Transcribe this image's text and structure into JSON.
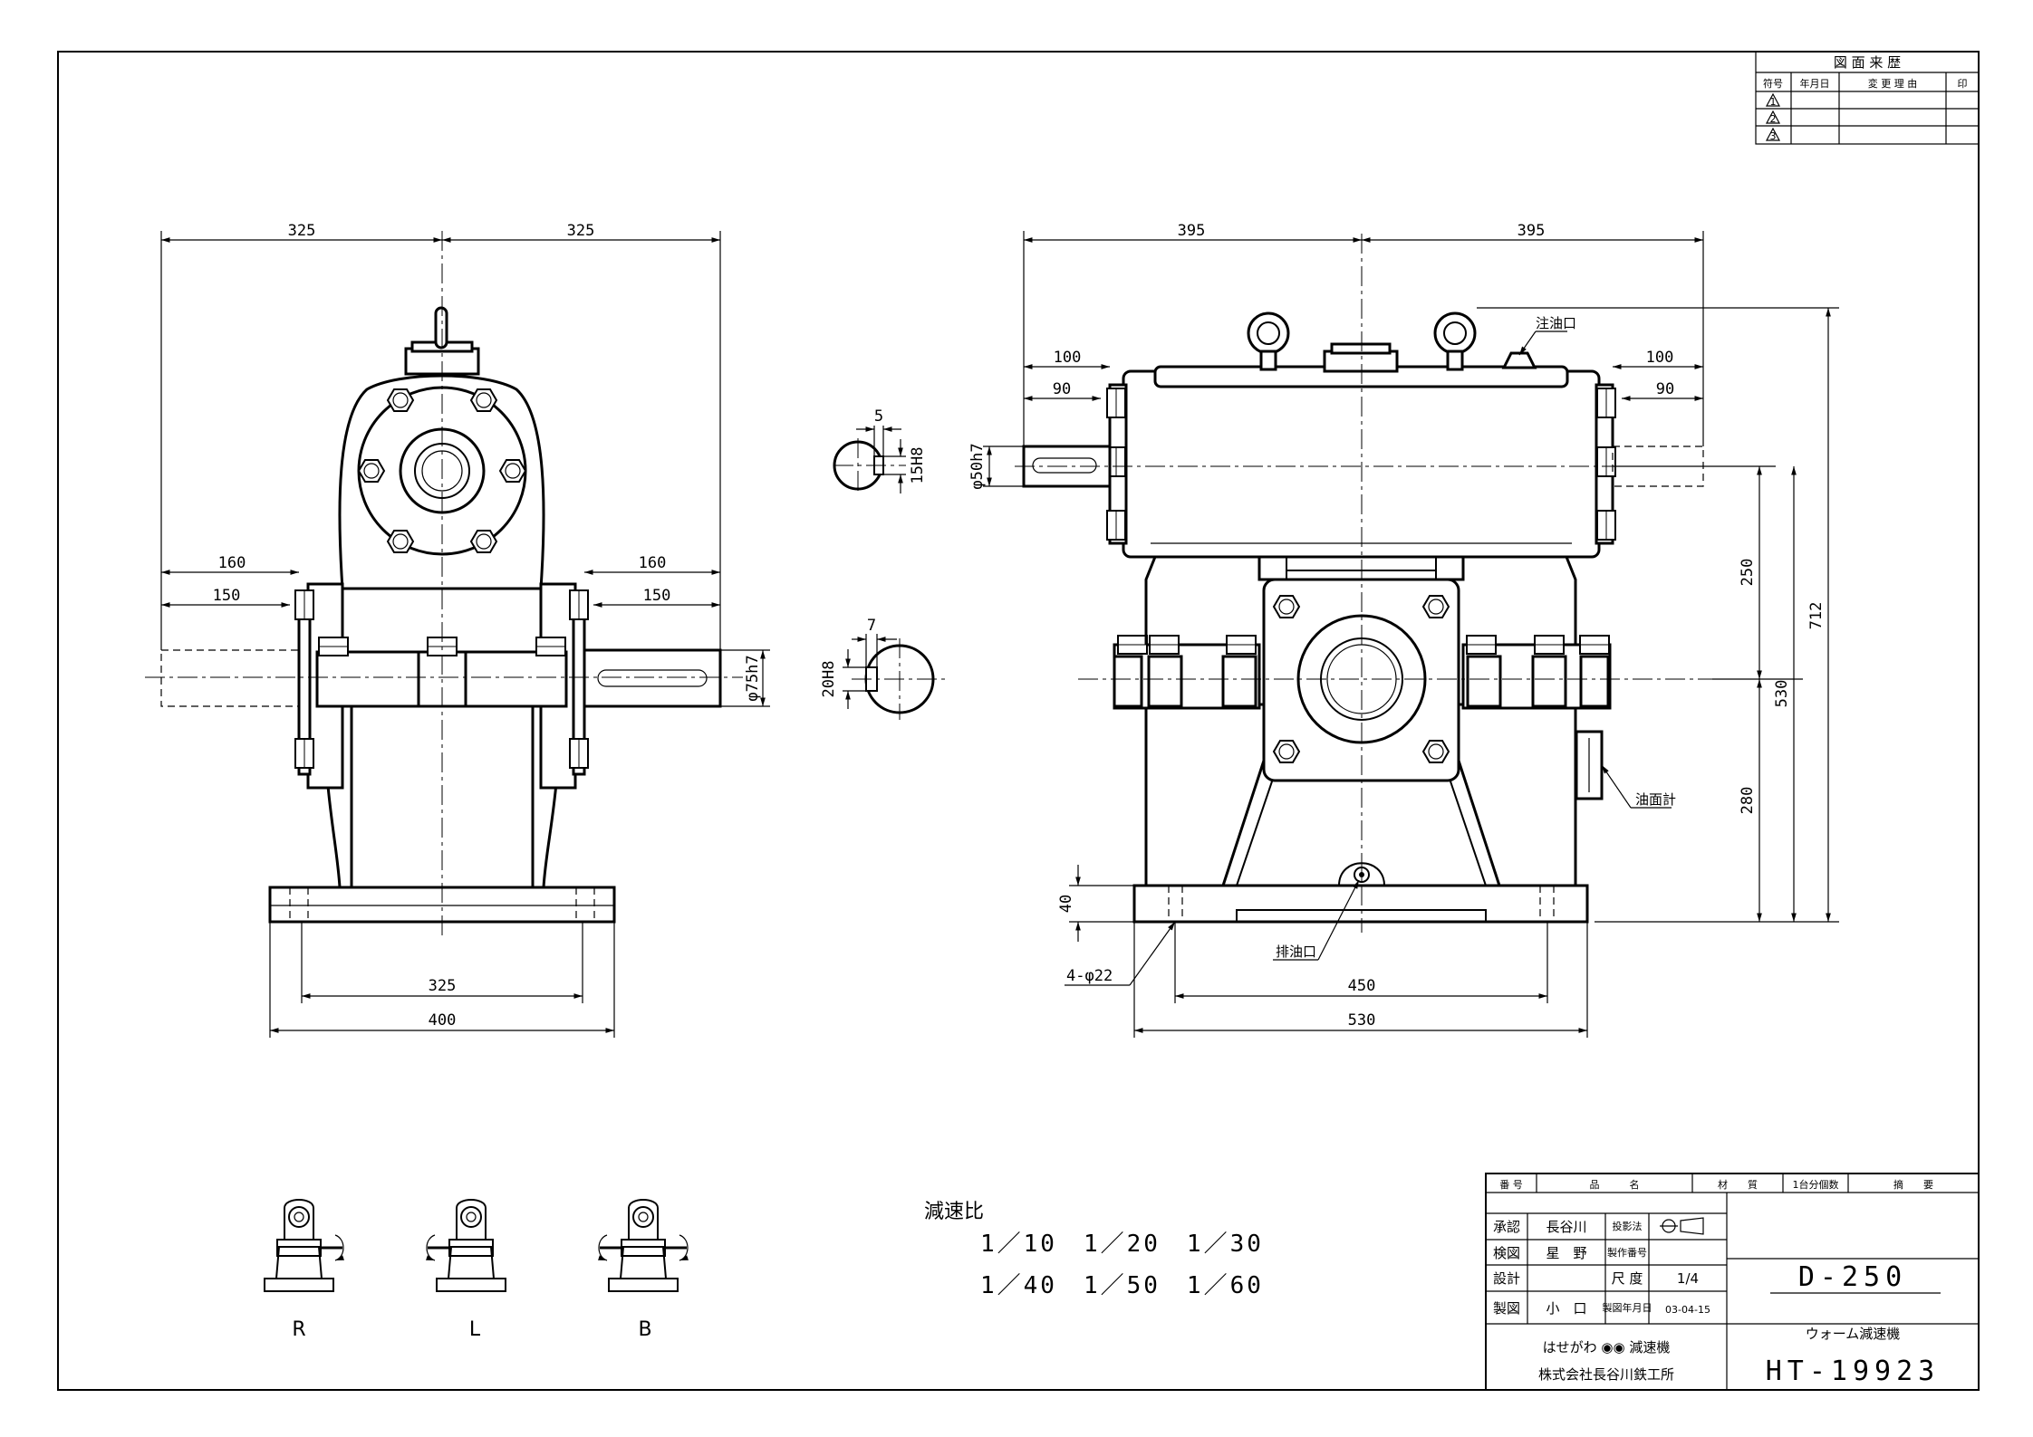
{
  "revision_table": {
    "title": "図 面 来 歴",
    "headers": [
      "符号",
      "年月日",
      "変 更 理 由",
      "印"
    ],
    "symbols": [
      "1",
      "2",
      "3"
    ]
  },
  "dimensions": {
    "left_view": {
      "width_half_left": "325",
      "width_half_right": "325",
      "shaft_left_outer": "160",
      "shaft_left_inner": "150",
      "shaft_right_outer": "160",
      "shaft_right_inner": "150",
      "shaft_dia": "φ75h7",
      "base_bolt_pitch": "325",
      "base_width": "400"
    },
    "keyway_details": {
      "small_key_width": "5",
      "small_key_fit": "15H8",
      "large_key_width": "7",
      "large_key_fit": "20H8"
    },
    "right_view": {
      "width_half_left": "395",
      "width_half_right": "395",
      "shaft_left_outer": "100",
      "shaft_left_inner": "90",
      "shaft_right_outer": "100",
      "shaft_right_inner": "90",
      "shaft_dia": "φ50h7",
      "height_250": "250",
      "height_712": "712",
      "height_530": "530",
      "height_280": "280",
      "base_thickness": "40",
      "holes": "4-φ22",
      "base_bolt_pitch": "450",
      "base_length": "530"
    }
  },
  "callouts": {
    "oil_fill": "注油口",
    "oil_gauge": "油面計",
    "oil_drain": "排油口"
  },
  "reduction": {
    "label": "減速比",
    "row1": "1／10　1／20　1／30",
    "row2": "1／40　1／50　1／60"
  },
  "arrangements": [
    "R",
    "L",
    "B"
  ],
  "title_block": {
    "header": {
      "number": "番 号",
      "name": "品　　　名",
      "material": "材　　質",
      "quantity": "1台分個数",
      "remarks": "摘　　要"
    },
    "rows": [
      {
        "role": "承認",
        "person": "長谷川",
        "field": "投影法",
        "value": ""
      },
      {
        "role": "検図",
        "person": "星　野",
        "field": "製作番号",
        "value": ""
      },
      {
        "role": "設計",
        "person": "",
        "field": "尺 度",
        "value": "1/4"
      },
      {
        "role": "製図",
        "person": "小　口",
        "field": "製図年月日",
        "value": "03-04-15"
      }
    ],
    "product_code": "D-250",
    "product_name": "ウォーム減速機",
    "brand": "はせがわ ◉◉ 減速機",
    "company": "株式会社長谷川鉄工所",
    "drawing_number": "HT-19923"
  }
}
